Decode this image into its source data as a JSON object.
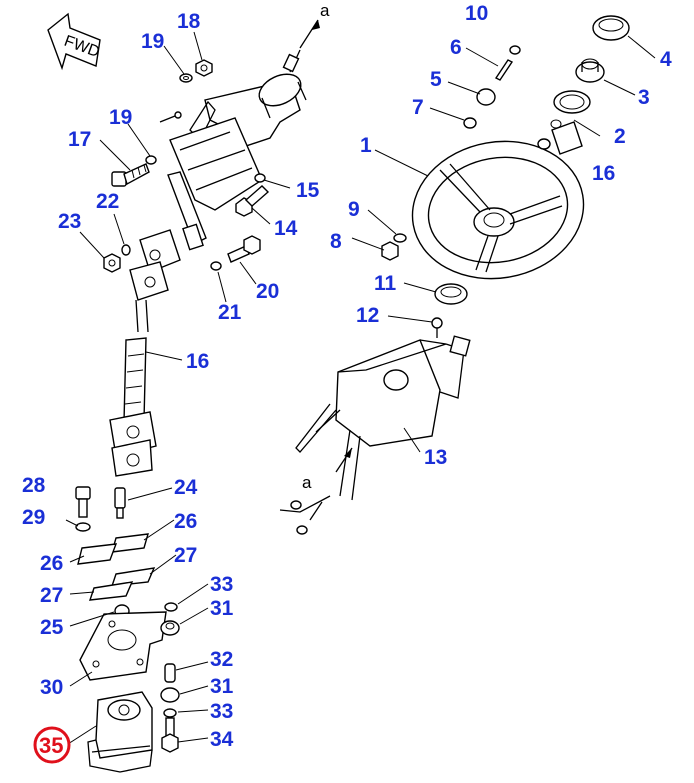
{
  "fwd_arrow": {
    "text": "FWD",
    "icon": "fwd-direction-arrow-icon"
  },
  "ref_marks": {
    "a_top": "a",
    "a_bottom": "a"
  },
  "colors": {
    "label": "#1a2fd6",
    "highlight": "#e0101b",
    "line": "#000000"
  },
  "labels": {
    "p1": "1",
    "p2": "2",
    "p3": "3",
    "p4": "4",
    "p5": "5",
    "p6": "6",
    "p7": "7",
    "p8": "8",
    "p9": "9",
    "p10": "10",
    "p11": "11",
    "p12": "12",
    "p13": "13",
    "p14": "14",
    "p15": "15",
    "p16a": "16",
    "p16b": "16",
    "p17": "17",
    "p18": "18",
    "p19a": "19",
    "p19b": "19",
    "p20": "20",
    "p21": "21",
    "p22": "22",
    "p23": "23",
    "p24": "24",
    "p25": "25",
    "p26a": "26",
    "p26b": "26",
    "p27a": "27",
    "p27b": "27",
    "p28": "28",
    "p29": "29",
    "p30": "30",
    "p31a": "31",
    "p31b": "31",
    "p32": "32",
    "p33a": "33",
    "p33b": "33",
    "p34": "34",
    "p35": "35"
  },
  "highlighted_part": "35"
}
